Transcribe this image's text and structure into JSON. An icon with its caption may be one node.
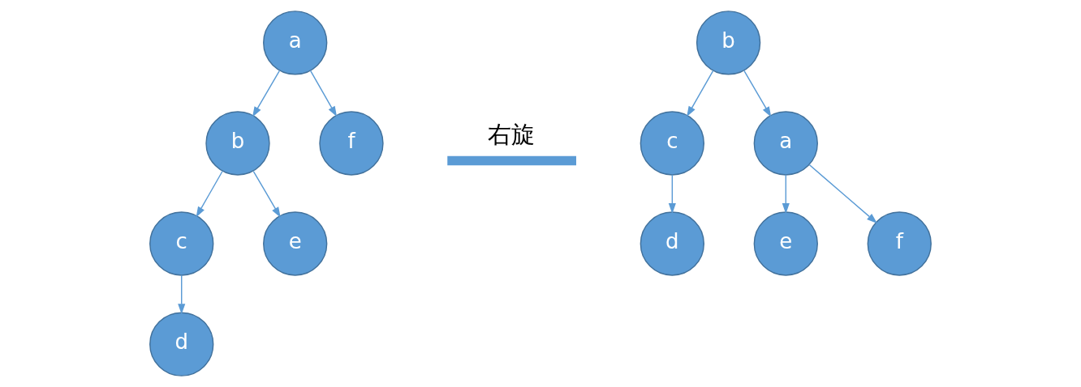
{
  "diagram": {
    "nodes": [
      {
        "text": [
          "a"
        ]
      },
      {
        "text": [
          "b"
        ]
      },
      {
        "text": [
          "f"
        ]
      },
      {
        "text": [
          "c"
        ]
      },
      {
        "text": [
          "e"
        ]
      },
      {
        "text": [
          "d"
        ]
      },
      {
        "text": [
          "b"
        ]
      },
      {
        "text": [
          "c"
        ]
      },
      {
        "text": [
          "a"
        ]
      },
      {
        "text": [
          "d"
        ]
      },
      {
        "text": [
          "e"
        ]
      },
      {
        "text": [
          "f"
        ]
      }
    ],
    "edges": [
      {
        "from": 0,
        "to": 1,
        "arrow": "to"
      },
      {
        "from": 0,
        "to": 2,
        "arrow": "to"
      },
      {
        "from": 1,
        "to": 3,
        "arrow": "to"
      },
      {
        "from": 1,
        "to": 4,
        "arrow": "to"
      },
      {
        "from": 3,
        "to": 5,
        "arrow": "to"
      },
      {
        "from": 6,
        "to": 7,
        "arrow": "to"
      },
      {
        "from": 6,
        "to": 8,
        "arrow": "to"
      },
      {
        "from": 7,
        "to": 9,
        "arrow": "to"
      },
      {
        "from": 8,
        "to": 10,
        "arrow": "to"
      },
      {
        "from": 8,
        "to": 11,
        "arrow": "to"
      }
    ],
    "labels": [
      "右旋"
    ]
  }
}
